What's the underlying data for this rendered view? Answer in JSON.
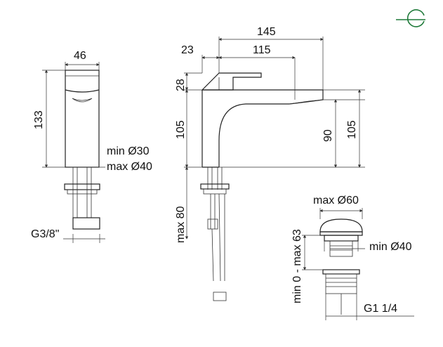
{
  "logo": {
    "icon": "e-logo-icon",
    "color": "#1f7a3a"
  },
  "side_view": {
    "width": "46",
    "height": "133",
    "min_hole": "min Ø30",
    "max_hole": "max Ø40",
    "thread": "G3/8\""
  },
  "front_view": {
    "overall_length": "145",
    "lever_offset": "23",
    "spout_reach": "115",
    "lever_height": "28",
    "body_height": "105",
    "spout_height": "90",
    "right_height": "105",
    "max_thickness": "max 80"
  },
  "waste": {
    "cap_diameter": "max Ø60",
    "hole_min": "min Ø40",
    "range": "min 0 - max 63",
    "thread": "G1 1/4"
  }
}
